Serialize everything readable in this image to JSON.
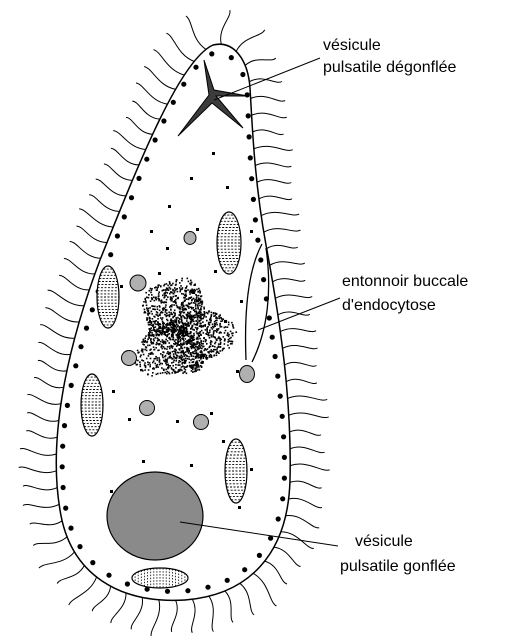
{
  "labels": {
    "deflated_vesicle_line1": "vésicule",
    "deflated_vesicle_line2": "pulsatile dégonflée",
    "oral_funnel_line1": "entonnoir buccale",
    "oral_funnel_line2": "d'endocytose",
    "inflated_vesicle_line1": "vésicule",
    "inflated_vesicle_line2": "pulsatile gonflée"
  },
  "colors": {
    "outline": "#000000",
    "small_vacuole_fill": "#b0b0b0",
    "inflated_vesicle_fill": "#8a8a8a",
    "background": "#ffffff"
  }
}
